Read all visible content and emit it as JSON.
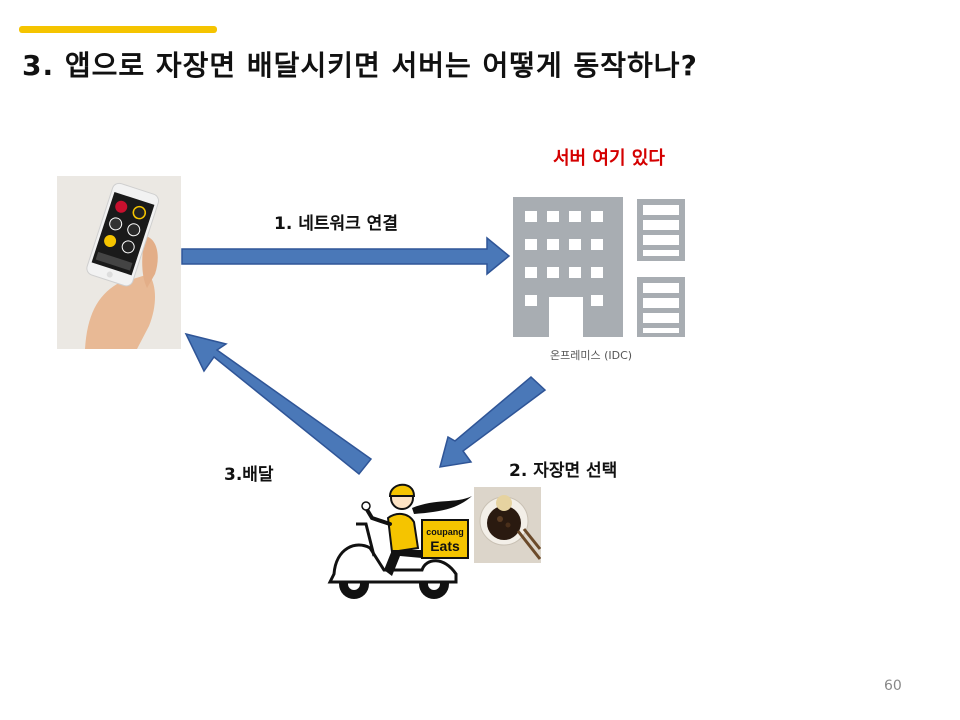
{
  "slide": {
    "title": "3. 앱으로 자장면 배달시키면 서버는 어떻게 동작하나?",
    "page_number": "60",
    "accent_color": "#f5c400"
  },
  "diagram": {
    "server_label": "서버 여기 있다",
    "server_label_color": "#d40000",
    "idc_caption": "온프레미스 (IDC)",
    "step1_label": "1. 네트워크 연결",
    "step2_label": "2. 자장면 선택",
    "step3_label": "3.배달",
    "arrow_color": "#4a78b8",
    "delivery_badge": {
      "line1": "coupang",
      "line2": "Eats"
    },
    "icons": {
      "phone": "smartphone-in-hand-photo",
      "building": "building-icon",
      "servers": "server-rack-icon",
      "rider": "delivery-scooter-icon",
      "food": "jajangmyeon-photo"
    }
  }
}
